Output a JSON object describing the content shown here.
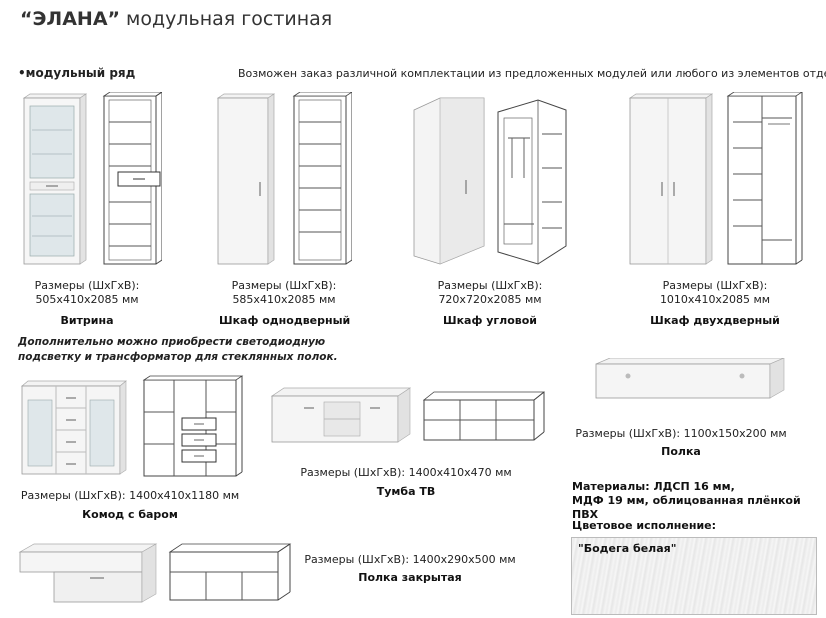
{
  "title": {
    "quoted": "“ЭЛАНА”",
    "rest": " модульная гостиная"
  },
  "section_label": "•модульный ряд",
  "note": "Возможен заказ различной комплектации из предложенных модулей или любого из элементов отдельно.",
  "top_products": [
    {
      "dims": "Размеры (ШхГхВ):",
      "size": "505х410х2085 мм",
      "name": "Витрина"
    },
    {
      "dims": "Размеры (ШхГхВ):",
      "size": "585х410х2085 мм",
      "name": "Шкаф однодверный"
    },
    {
      "dims": "Размеры (ШхГхВ):",
      "size": "720х720х2085 мм",
      "name": "Шкаф угловой"
    },
    {
      "dims": "Размеры (ШхГхВ):",
      "size": "1010х410х2085 мм",
      "name": "Шкаф двухдверный"
    }
  ],
  "extra_line1": "Дополнительно можно приобрести светодиодную",
  "extra_line2": "подсветку и трансформатор для стеклянных полок.",
  "komod": {
    "dims": "Размеры (ШхГхВ): 1400х410х1180 мм",
    "name": "Комод с баром"
  },
  "tumba": {
    "dims": "Размеры (ШхГхВ): 1400х410х470 мм",
    "name": "Тумба ТВ"
  },
  "polka": {
    "dims": "Размеры (ШхГхВ): 1100х150х200 мм",
    "name": "Полка"
  },
  "polka_closed": {
    "dims": "Размеры (ШхГхВ): 1400х290х500 мм",
    "name": "Полка закрытая"
  },
  "materials_line1": "Материалы: ЛДСП 16 мм,",
  "materials_line2": "МДФ 19 мм, облицованная плёнкой ПВХ",
  "color_header": "Цветовое исполнение:",
  "color_name": "\"Бодега белая\""
}
